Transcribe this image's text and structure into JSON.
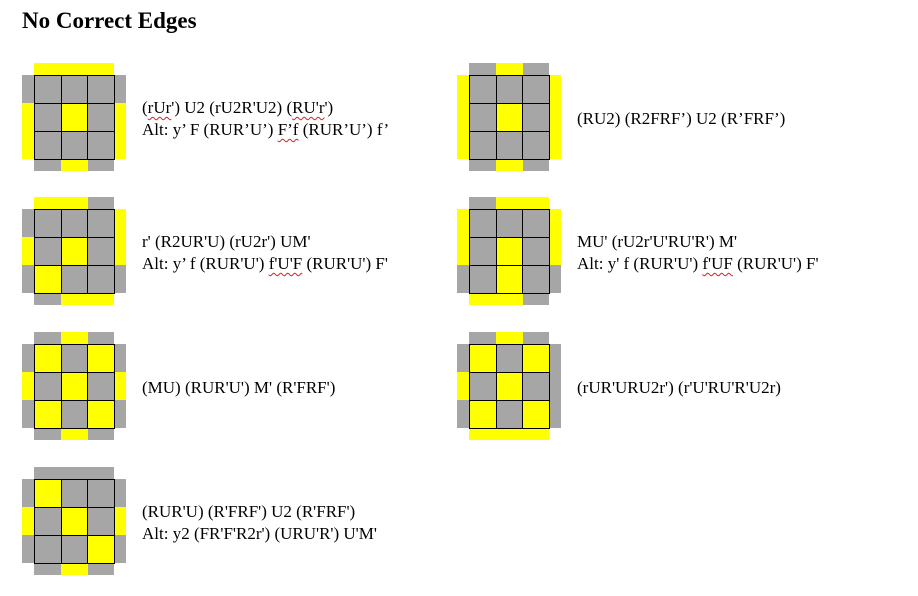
{
  "page": {
    "title": "No Correct Edges"
  },
  "colors": {
    "yellow": "#ffff00",
    "gray": "#a6a6a6"
  },
  "cases": [
    {
      "id": "case-1",
      "grid": [
        [
          "G",
          "G",
          "G"
        ],
        [
          "G",
          "Y",
          "G"
        ],
        [
          "G",
          "G",
          "G"
        ]
      ],
      "top": [
        "Y",
        "Y",
        "Y"
      ],
      "bottom": [
        "G",
        "Y",
        "G"
      ],
      "left": [
        "G",
        "Y",
        "Y"
      ],
      "right": [
        "G",
        "Y",
        "Y"
      ],
      "lines": [
        [
          {
            "t": "("
          },
          {
            "t": "rUr",
            "s": 1
          },
          {
            "t": "') U2 (rU2R'U2) ("
          },
          {
            "t": "RU'r",
            "s": 1
          },
          {
            "t": "')"
          }
        ],
        [
          {
            "t": "Alt: y’ F (RUR’U’) "
          },
          {
            "t": "F’f",
            "s": 1
          },
          {
            "t": " (RUR’U’) f’"
          }
        ]
      ]
    },
    {
      "id": "case-2",
      "grid": [
        [
          "G",
          "G",
          "G"
        ],
        [
          "G",
          "Y",
          "G"
        ],
        [
          "G",
          "G",
          "G"
        ]
      ],
      "top": [
        "G",
        "Y",
        "G"
      ],
      "bottom": [
        "G",
        "Y",
        "G"
      ],
      "left": [
        "Y",
        "Y",
        "Y"
      ],
      "right": [
        "Y",
        "Y",
        "Y"
      ],
      "lines": [
        [
          {
            "t": "(RU2) (R2FRF’) U2 (R’FRF’)"
          }
        ]
      ]
    },
    {
      "id": "case-3",
      "grid": [
        [
          "G",
          "G",
          "G"
        ],
        [
          "G",
          "Y",
          "G"
        ],
        [
          "Y",
          "G",
          "G"
        ]
      ],
      "top": [
        "Y",
        "Y",
        "G"
      ],
      "bottom": [
        "G",
        "Y",
        "Y"
      ],
      "left": [
        "G",
        "Y",
        "G"
      ],
      "right": [
        "Y",
        "Y",
        "G"
      ],
      "lines": [
        [
          {
            "t": "r' (R2UR'U) (rU2r') UM'"
          }
        ],
        [
          {
            "t": "Alt: y’ f (RUR'U') "
          },
          {
            "t": "f'U'F",
            "s": 1
          },
          {
            "t": " (RUR'U') F'"
          }
        ]
      ]
    },
    {
      "id": "case-4",
      "grid": [
        [
          "G",
          "G",
          "G"
        ],
        [
          "G",
          "Y",
          "G"
        ],
        [
          "G",
          "Y",
          "G"
        ]
      ],
      "top": [
        "G",
        "Y",
        "Y"
      ],
      "bottom": [
        "Y",
        "Y",
        "G"
      ],
      "left": [
        "Y",
        "Y",
        "G"
      ],
      "right": [
        "Y",
        "Y",
        "G"
      ],
      "lines": [
        [
          {
            "t": "MU' (rU2r'U'RU'R') M'"
          }
        ],
        [
          {
            "t": "Alt: y' f (RUR'U') "
          },
          {
            "t": "f'UF",
            "s": 1
          },
          {
            "t": " (RUR'U') F'"
          }
        ]
      ]
    },
    {
      "id": "case-5",
      "grid": [
        [
          "Y",
          "G",
          "Y"
        ],
        [
          "G",
          "Y",
          "G"
        ],
        [
          "Y",
          "G",
          "Y"
        ]
      ],
      "top": [
        "G",
        "Y",
        "G"
      ],
      "bottom": [
        "G",
        "Y",
        "G"
      ],
      "left": [
        "G",
        "Y",
        "G"
      ],
      "right": [
        "G",
        "Y",
        "G"
      ],
      "lines": [
        [
          {
            "t": "(MU) (RUR'U') M' (R'FRF')"
          }
        ]
      ]
    },
    {
      "id": "case-6",
      "grid": [
        [
          "Y",
          "G",
          "Y"
        ],
        [
          "G",
          "Y",
          "G"
        ],
        [
          "Y",
          "G",
          "Y"
        ]
      ],
      "top": [
        "G",
        "Y",
        "G"
      ],
      "bottom": [
        "Y",
        "Y",
        "Y"
      ],
      "left": [
        "G",
        "Y",
        "G"
      ],
      "right": [
        "G",
        "G",
        "G"
      ],
      "lines": [
        [
          {
            "t": "(rUR'URU2r') (r'U'RU'R'U2r)"
          }
        ]
      ]
    },
    {
      "id": "case-7",
      "grid": [
        [
          "Y",
          "G",
          "G"
        ],
        [
          "G",
          "Y",
          "G"
        ],
        [
          "G",
          "G",
          "Y"
        ]
      ],
      "top": [
        "G",
        "G",
        "G"
      ],
      "bottom": [
        "G",
        "Y",
        "G"
      ],
      "left": [
        "G",
        "Y",
        "G"
      ],
      "right": [
        "G",
        "Y",
        "G"
      ],
      "lines": [
        [
          {
            "t": "(RUR'U) (R'FRF') U2 (R'FRF')"
          }
        ],
        [
          {
            "t": "Alt: y2 (FR'F'R2r') (URU'R') U'M'"
          }
        ]
      ]
    }
  ]
}
